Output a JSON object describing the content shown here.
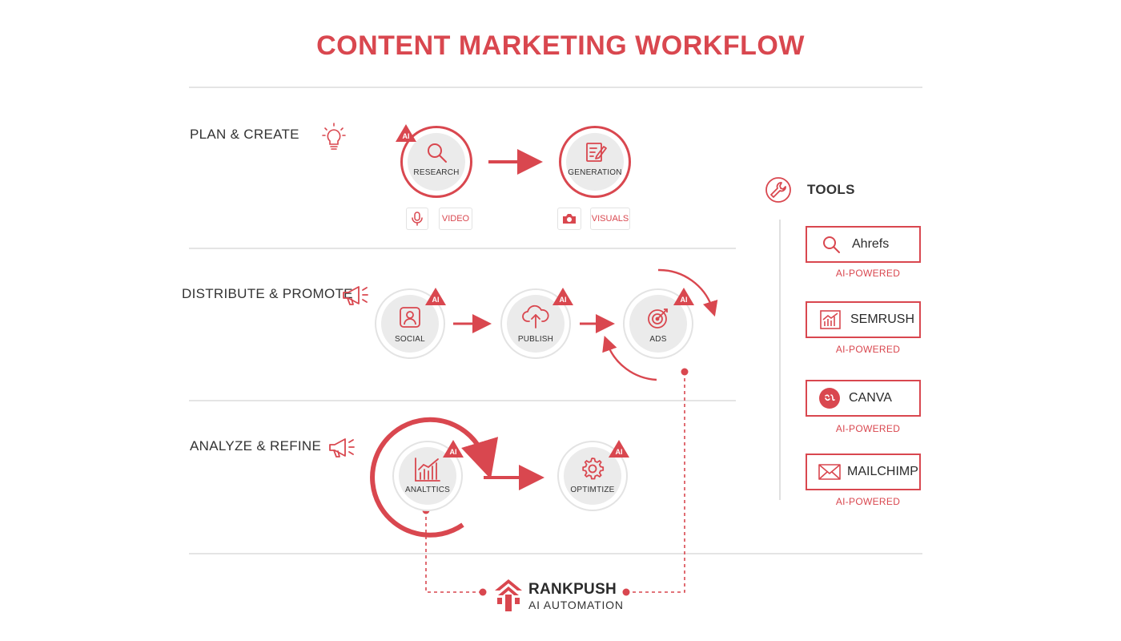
{
  "title": "CONTENT MARKETING WORKFLOW",
  "colors": {
    "accent": "#d9474f",
    "node_fill": "#ebebeb",
    "rule": "#e4e4e4",
    "text": "#2b2b2b"
  },
  "stages": {
    "plan": {
      "label": "PLAN & CREATE",
      "icon": "lightbulb-icon"
    },
    "distribute": {
      "label": "DISTRIBUTE & PROMOTE",
      "icon": "megaphone-icon"
    },
    "analyze": {
      "label": "ANALYZE & REFINE",
      "icon": "megaphone-icon"
    }
  },
  "badge": "AI",
  "nodes": {
    "research": {
      "label": "RESEARCH",
      "icon": "search-icon"
    },
    "generation": {
      "label": "GENERATION",
      "icon": "edit-document-icon"
    },
    "social": {
      "label": "SOCIAL",
      "icon": "profile-icon"
    },
    "publish": {
      "label": "PUBLISH",
      "icon": "cloud-upload-icon"
    },
    "ads": {
      "label": "ADS",
      "icon": "target-icon"
    },
    "analytics": {
      "label": "ANALTTICS",
      "icon": "bar-chart-icon"
    },
    "optimize": {
      "label": "OPTIMTIZE",
      "icon": "gear-icon"
    }
  },
  "chips": {
    "video": {
      "label": "VIDEO",
      "icon": "microphone-icon"
    },
    "visuals": {
      "label": "VISUALS",
      "icon": "camera-icon"
    }
  },
  "tools": {
    "title": "TOOLS",
    "icon": "wrench-icon",
    "items": [
      {
        "name": "Ahrefs",
        "sub": "AI-POWERED",
        "icon": "search-icon"
      },
      {
        "name": "SEMRUSH",
        "sub": "AI-POWERED",
        "icon": "chart-icon"
      },
      {
        "name": "CANVA",
        "sub": "AI-POWERED",
        "icon": "canva-logo-icon"
      },
      {
        "name": "MAILCHIMP",
        "sub": "AI-POWERED",
        "icon": "mail-icon"
      }
    ]
  },
  "brand": {
    "name": "RANKPUSH",
    "tagline": "AI AUTOMATION",
    "icon": "rankpush-logo-icon"
  }
}
